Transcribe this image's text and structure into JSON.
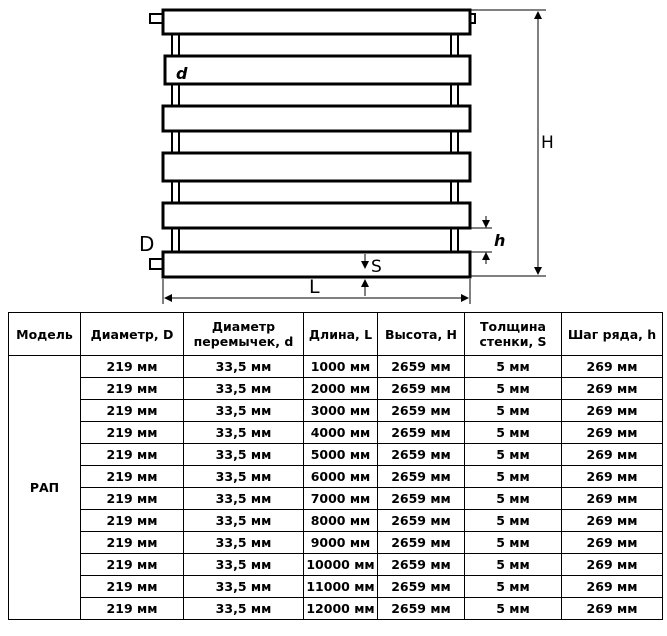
{
  "drawing": {
    "label_d": "d",
    "label_D": "D",
    "label_H": "H",
    "label_h": "h",
    "label_S": "S",
    "label_L": "L"
  },
  "table": {
    "headers": [
      "Модель",
      "Диаметр, D",
      "Диаметр перемычек, d",
      "Длина, L",
      "Высота, H",
      "Толщина стенки, S",
      "Шаг ряда, h"
    ],
    "model": "РАП",
    "rows": [
      [
        "219 мм",
        "33,5 мм",
        "1000 мм",
        "2659 мм",
        "5 мм",
        "269 мм"
      ],
      [
        "219 мм",
        "33,5 мм",
        "2000 мм",
        "2659 мм",
        "5 мм",
        "269 мм"
      ],
      [
        "219 мм",
        "33,5 мм",
        "3000 мм",
        "2659 мм",
        "5 мм",
        "269 мм"
      ],
      [
        "219 мм",
        "33,5 мм",
        "4000 мм",
        "2659 мм",
        "5 мм",
        "269 мм"
      ],
      [
        "219 мм",
        "33,5 мм",
        "5000 мм",
        "2659 мм",
        "5 мм",
        "269 мм"
      ],
      [
        "219 мм",
        "33,5 мм",
        "6000 мм",
        "2659 мм",
        "5 мм",
        "269 мм"
      ],
      [
        "219 мм",
        "33,5 мм",
        "7000 мм",
        "2659 мм",
        "5 мм",
        "269 мм"
      ],
      [
        "219 мм",
        "33,5 мм",
        "8000 мм",
        "2659 мм",
        "5 мм",
        "269 мм"
      ],
      [
        "219 мм",
        "33,5 мм",
        "9000 мм",
        "2659 мм",
        "5 мм",
        "269 мм"
      ],
      [
        "219 мм",
        "33,5 мм",
        "10000 мм",
        "2659 мм",
        "5 мм",
        "269 мм"
      ],
      [
        "219 мм",
        "33,5 мм",
        "11000 мм",
        "2659 мм",
        "5 мм",
        "269 мм"
      ],
      [
        "219 мм",
        "33,5 мм",
        "12000 мм",
        "2659 мм",
        "5 мм",
        "269 мм"
      ]
    ]
  }
}
